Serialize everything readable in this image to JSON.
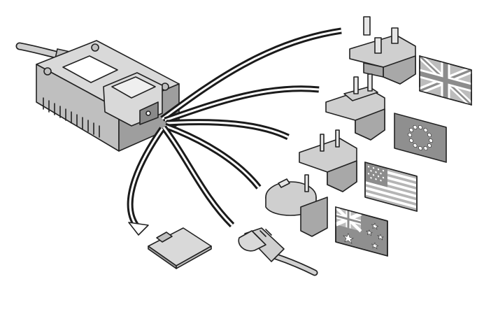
{
  "diagram": {
    "background": "#ffffff",
    "colors": {
      "outline": "#222222",
      "housing": "#d9d9d9",
      "housing_shadow": "#9e9e9e",
      "arrow": "#1b1b1b"
    },
    "parts": {
      "power_supply": "adapter-housing",
      "adapters": [
        "uk-plug",
        "eu-plug",
        "us-plug",
        "au-plug"
      ],
      "flags": [
        "uk-flag",
        "eu-flag",
        "us-flag",
        "au-flag"
      ],
      "extras": [
        "cover-plate",
        "iec-power-cord"
      ]
    }
  }
}
